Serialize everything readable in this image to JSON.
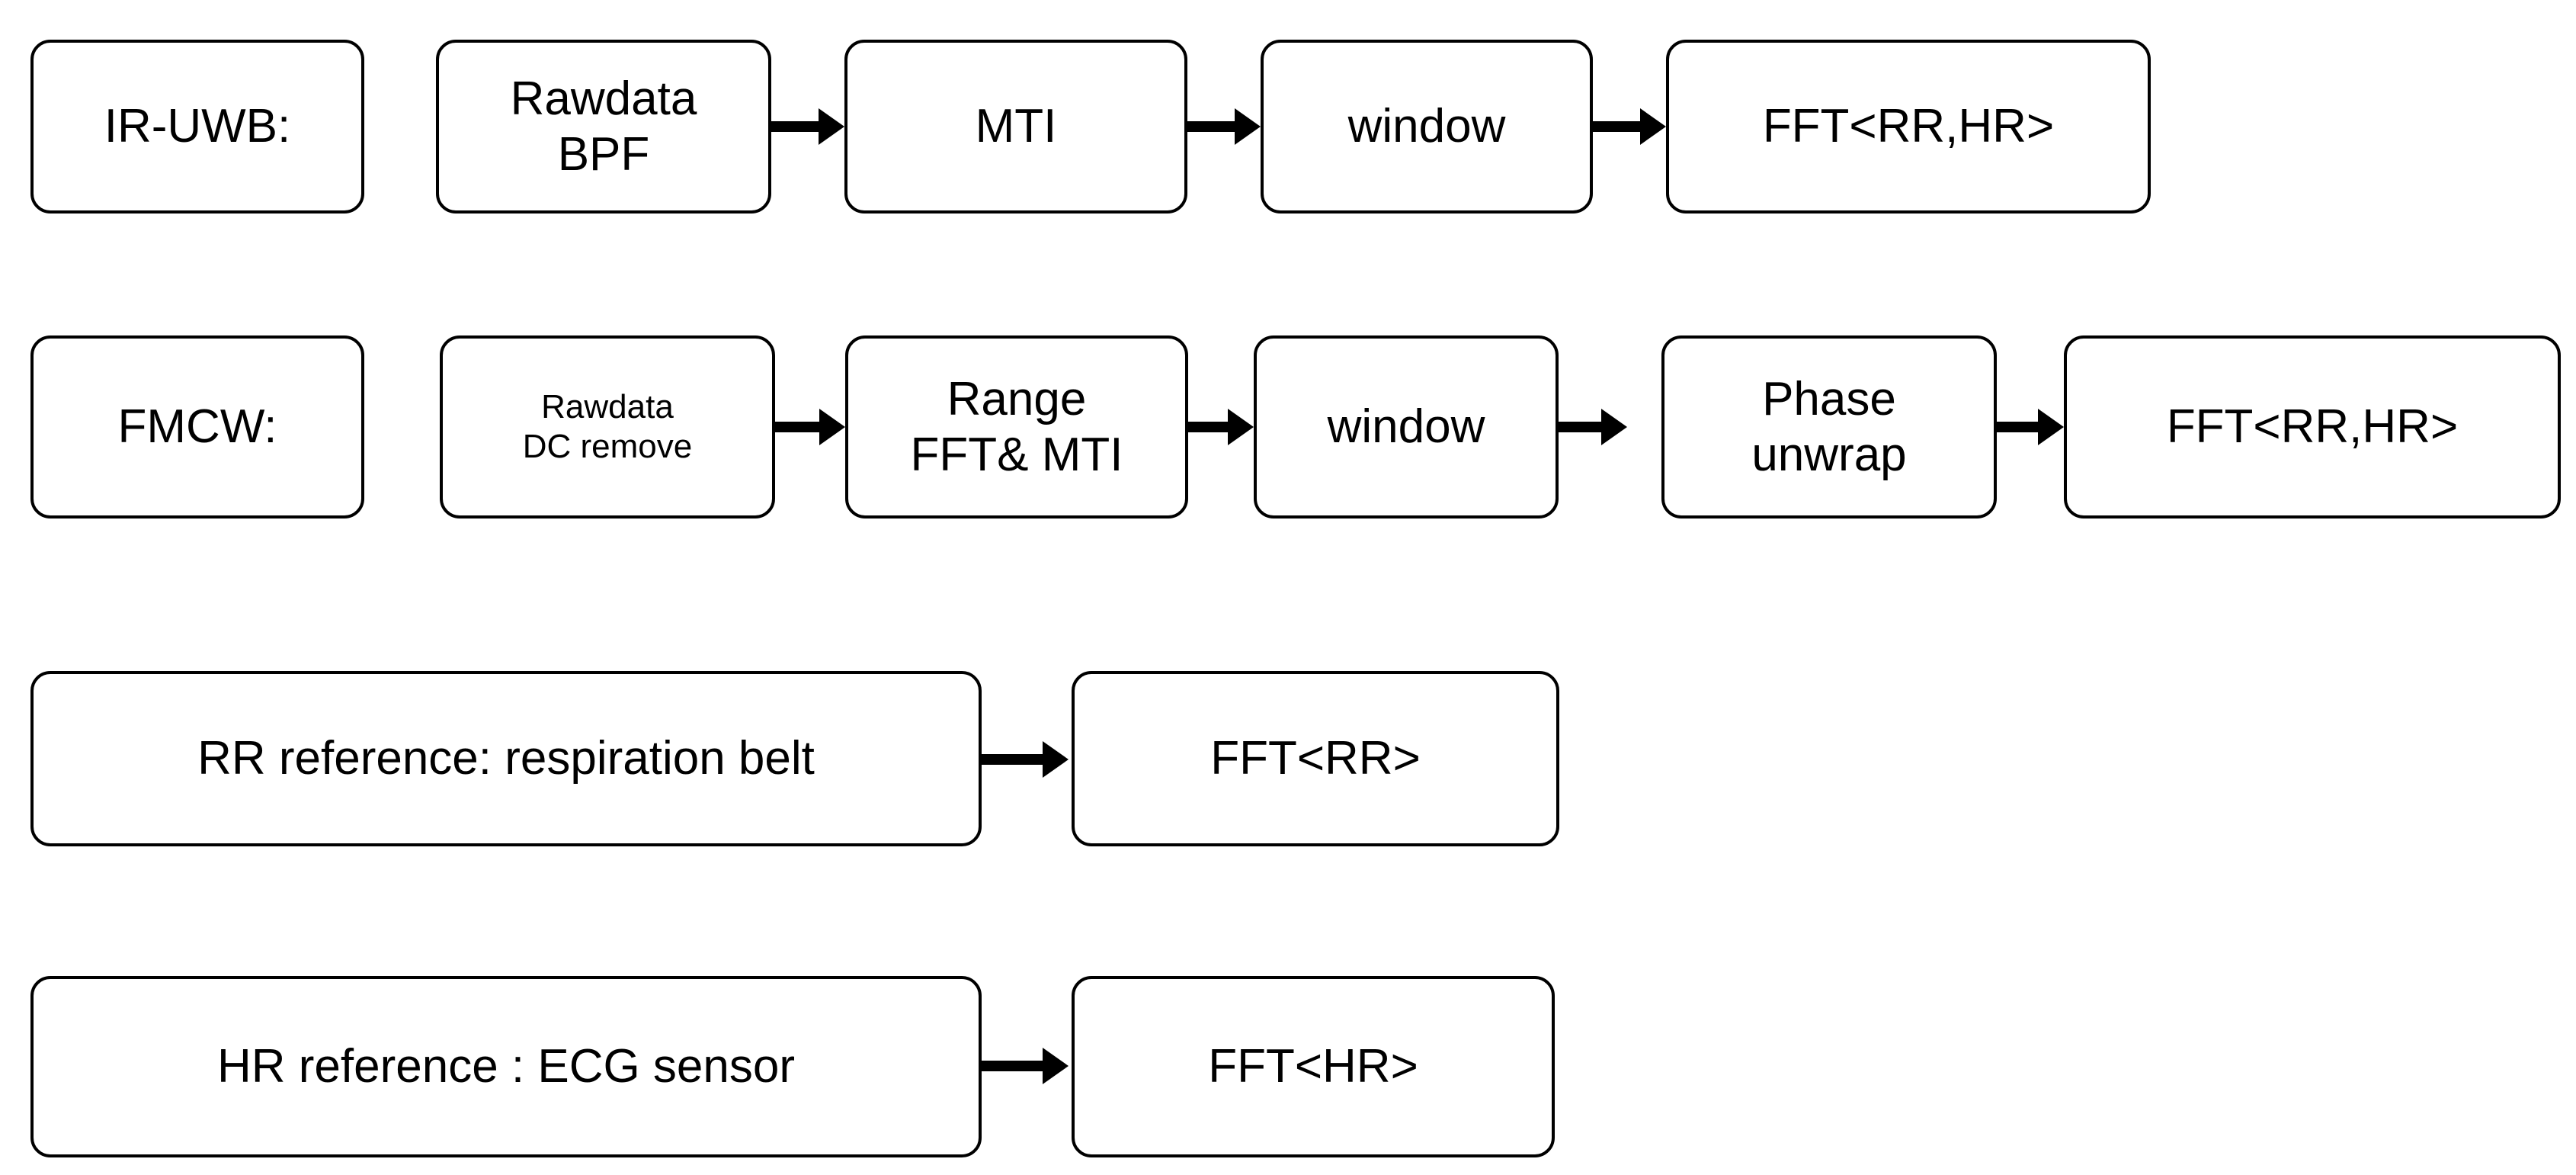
{
  "diagram": {
    "title": "Radar vital-sign signal processing chains",
    "background_color": "#ffffff",
    "stroke_color": "#000000",
    "rows": [
      {
        "id": "ir-uwb",
        "label": "IR-UWB:",
        "nodes": [
          {
            "id": "ir-uwb-label",
            "text": "IR-UWB:",
            "text_size": "large"
          },
          {
            "id": "ir-uwb-rawdata-bpf",
            "text": "Rawdata\nBPF",
            "text_size": "large"
          },
          {
            "id": "ir-uwb-mti",
            "text": "MTI",
            "text_size": "large"
          },
          {
            "id": "ir-uwb-window",
            "text": "window",
            "text_size": "large"
          },
          {
            "id": "ir-uwb-fft",
            "text": "FFT<RR,HR>",
            "text_size": "large"
          }
        ]
      },
      {
        "id": "fmcw",
        "label": "FMCW:",
        "nodes": [
          {
            "id": "fmcw-label",
            "text": "FMCW:",
            "text_size": "large"
          },
          {
            "id": "fmcw-rawdata-dc-remove",
            "text": "Rawdata\nDC remove",
            "text_size": "small"
          },
          {
            "id": "fmcw-range-fft-mti",
            "text": "Range\nFFT& MTI",
            "text_size": "large"
          },
          {
            "id": "fmcw-window",
            "text": "window",
            "text_size": "large"
          },
          {
            "id": "fmcw-phase-unwrap",
            "text": "Phase\nunwrap",
            "text_size": "large"
          },
          {
            "id": "fmcw-fft",
            "text": "FFT<RR,HR>",
            "text_size": "large"
          }
        ]
      },
      {
        "id": "rr-reference",
        "label": "RR reference: respiration belt",
        "nodes": [
          {
            "id": "rr-reference-source",
            "text": "RR reference: respiration belt",
            "text_size": "large"
          },
          {
            "id": "rr-reference-fft",
            "text": "FFT<RR>",
            "text_size": "large"
          }
        ]
      },
      {
        "id": "hr-reference",
        "label": "HR reference : ECG sensor",
        "nodes": [
          {
            "id": "hr-reference-source",
            "text": "HR reference : ECG sensor",
            "text_size": "large"
          },
          {
            "id": "hr-reference-fft",
            "text": "FFT<HR>",
            "text_size": "large"
          }
        ]
      }
    ]
  }
}
